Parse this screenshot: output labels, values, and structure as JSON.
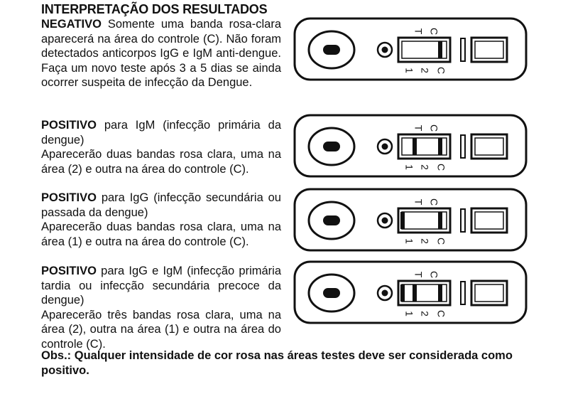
{
  "title": "INTERPRETAÇÃO DOS RESULTADOS",
  "results": [
    {
      "heading": "NEGATIVO",
      "text_inline": " Somente uma banda rosa-clara aparecerá na área do controle (C). Não foram detectados anticorpos IgG e IgM anti-dengue. Faça um novo teste após 3 a 5 dias se ainda ocorrer suspeita de infecção da Dengue.",
      "text_block": "",
      "bands": [
        "C"
      ]
    },
    {
      "heading": "POSITIVO",
      "text_inline": " para IgM (infecção primária da dengue)",
      "text_block": "Aparecerão duas bandas rosa clara, uma na área (2) e outra na área do controle (C).",
      "bands": [
        "2",
        "C"
      ]
    },
    {
      "heading": "POSITIVO",
      "text_inline": " para IgG (infecção secundária ou passada da dengue)",
      "text_block": "Aparecerão duas bandas rosa clara, uma na área (1) e outra na área do controle (C).",
      "bands": [
        "1",
        "C"
      ]
    },
    {
      "heading": "POSITIVO",
      "text_inline": " para IgG e IgM (infecção primária tardia ou infecção secundária precoce da dengue)",
      "text_block": "Aparecerão três bandas rosa clara, uma na área (2), outra na área (1) e outra na área do controle (C).",
      "bands": [
        "1",
        "2",
        "C"
      ]
    }
  ],
  "device_labels": {
    "top_t": "T",
    "top_c": "C",
    "bottom_1": "1",
    "bottom_2": "2",
    "bottom_c": "C"
  },
  "obs": "Obs.: Qualquer intensidade de cor rosa nas áreas testes deve ser considerada como positivo."
}
